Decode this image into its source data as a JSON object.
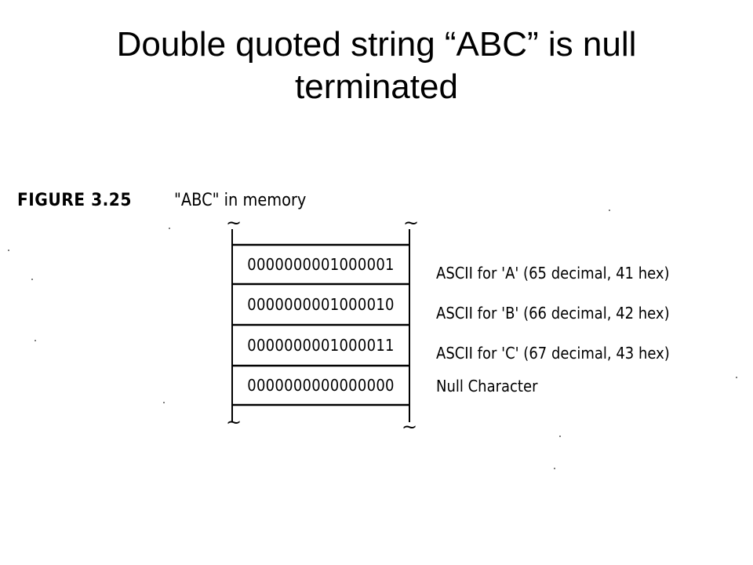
{
  "slide": {
    "title": "Double quoted string “ABC” is null terminated"
  },
  "figure": {
    "label": "FIGURE 3.25",
    "caption": "\"ABC\" in memory",
    "cells": [
      {
        "bits": "0000000001000001",
        "description": "ASCII for 'A' (65 decimal, 41 hex)"
      },
      {
        "bits": "0000000001000010",
        "description": "ASCII for 'B' (66 decimal, 42 hex)"
      },
      {
        "bits": "0000000001000011",
        "description": "ASCII for 'C' (67 decimal, 43 hex)"
      },
      {
        "bits": "0000000000000000",
        "description": "Null Character"
      }
    ],
    "break_mark": "~"
  }
}
